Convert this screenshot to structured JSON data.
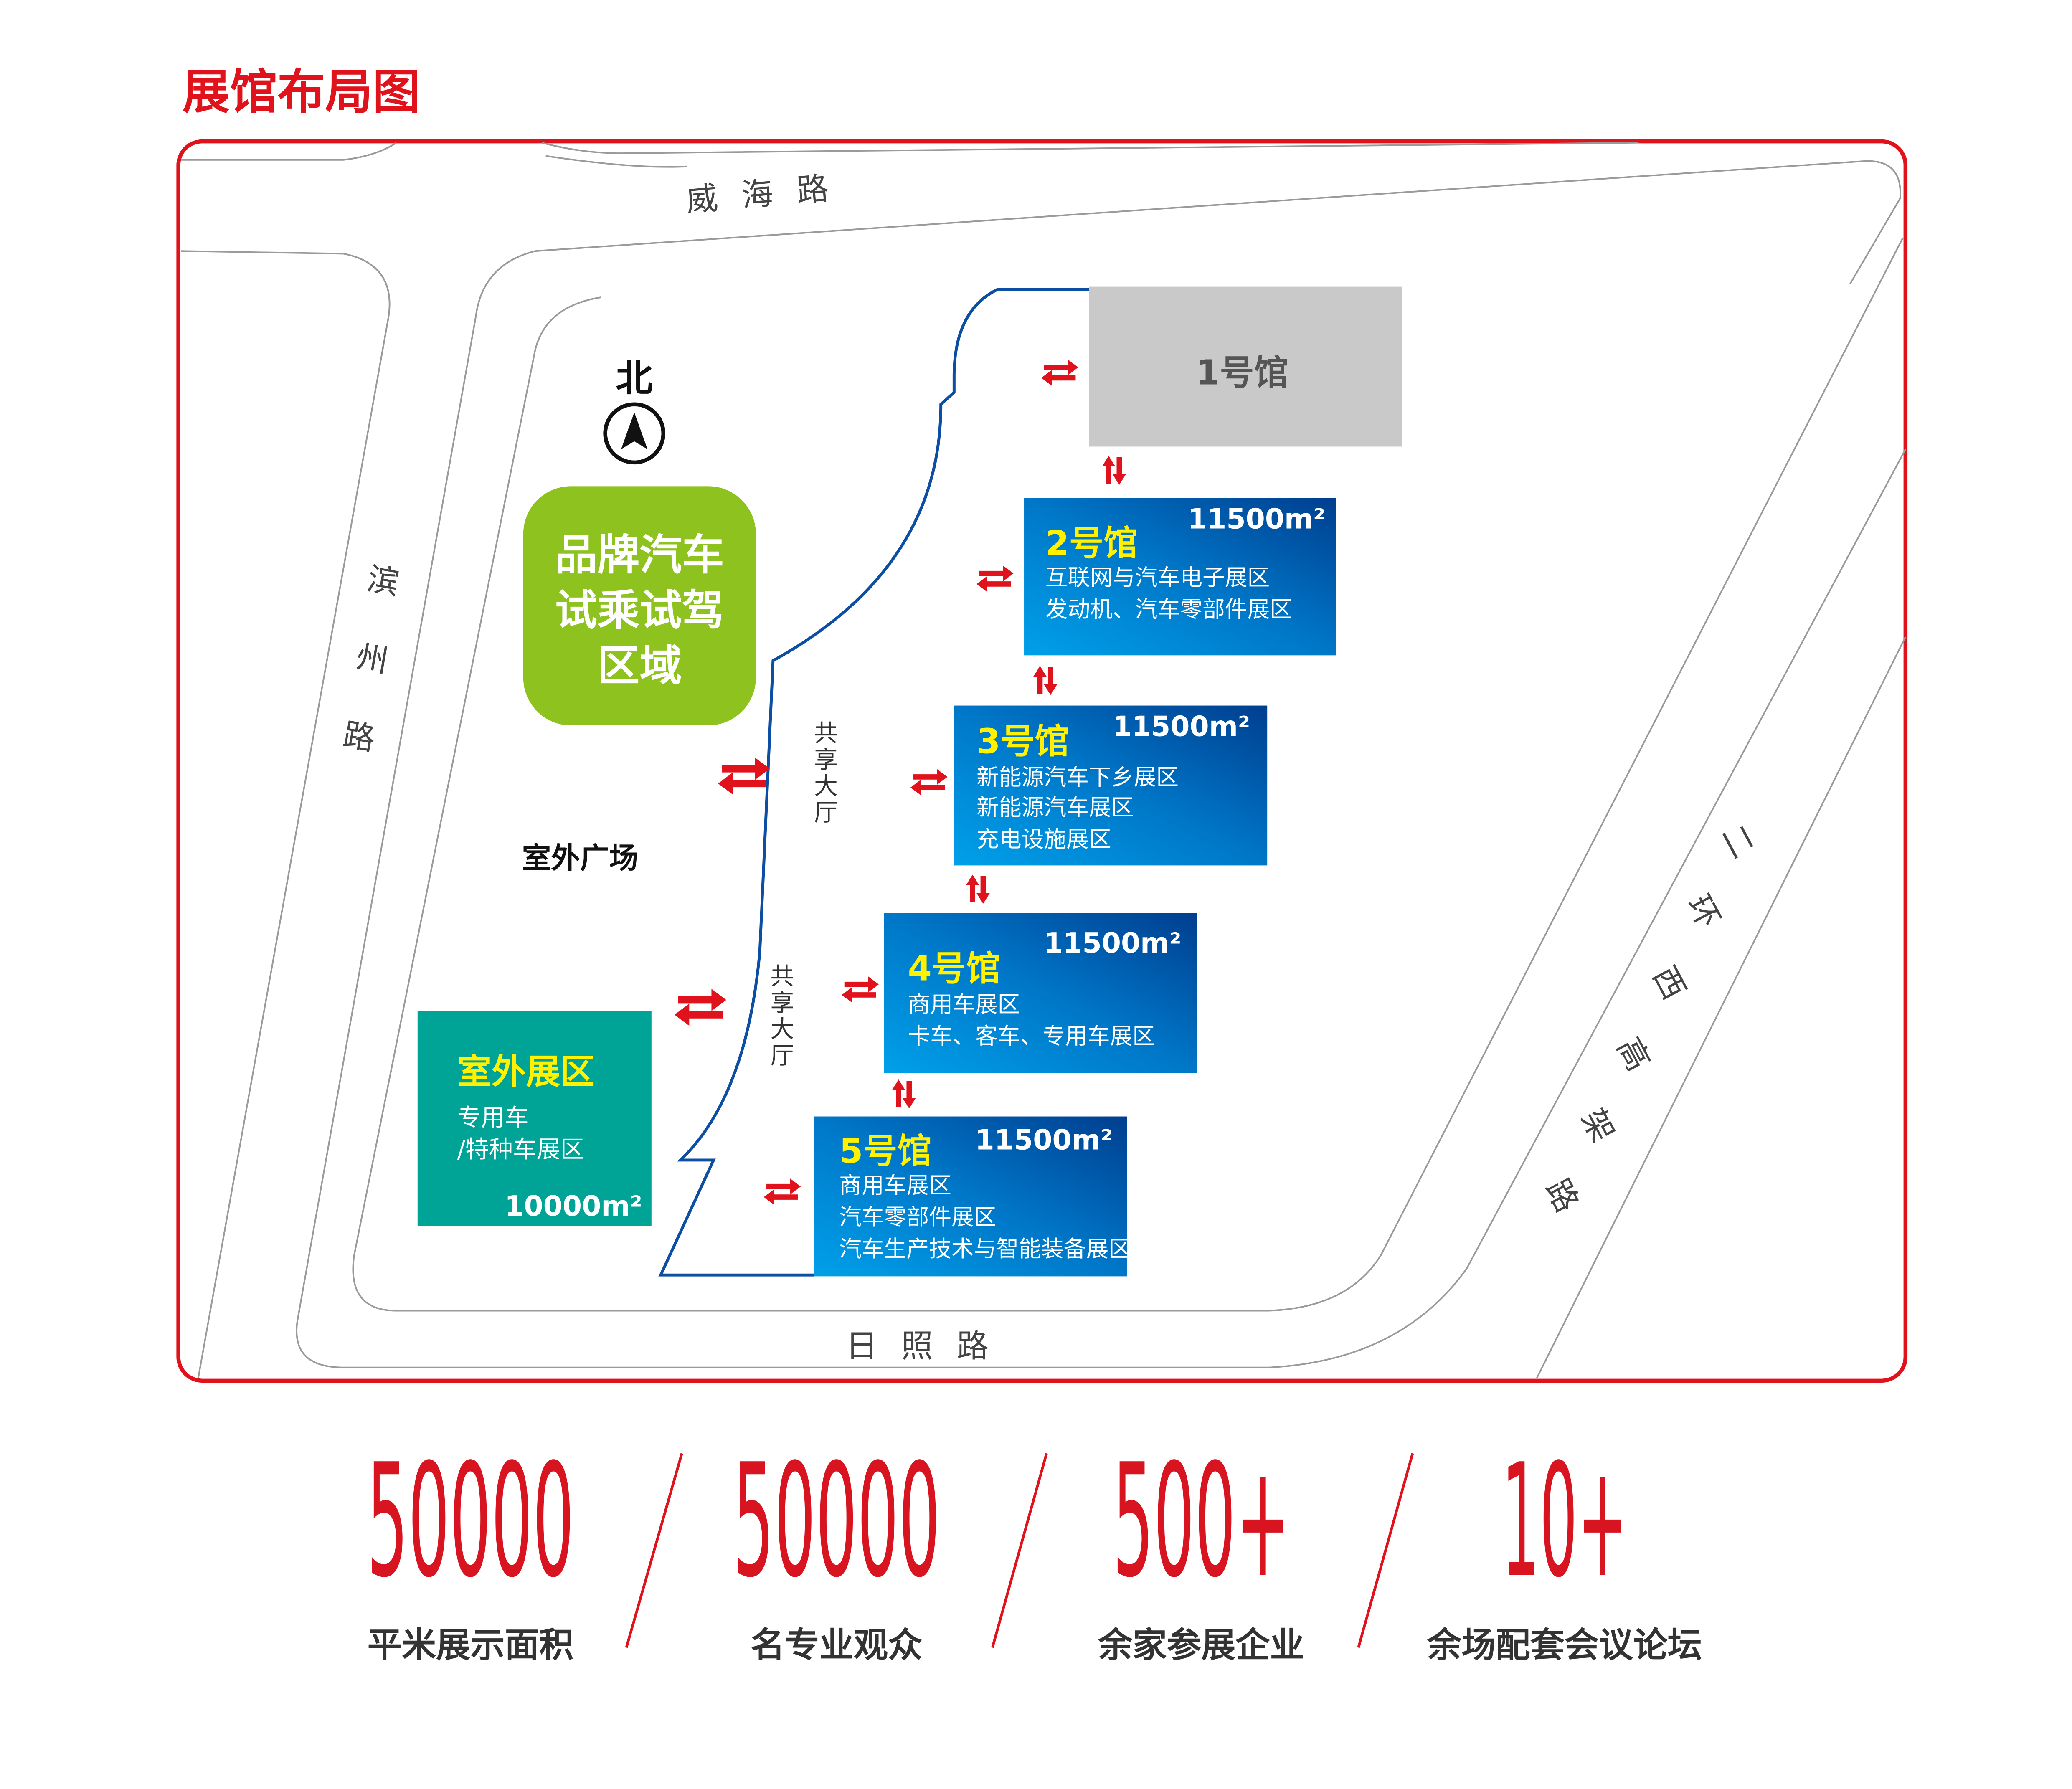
{
  "title": "展馆布局图",
  "roads": {
    "north": [
      "威",
      "海",
      "路"
    ],
    "west": [
      "滨",
      "州",
      "路"
    ],
    "south": [
      "日",
      "照",
      "路"
    ],
    "east": [
      "二",
      "环",
      "西",
      "高",
      "架",
      "路"
    ]
  },
  "compass": {
    "label": "北",
    "icon": "north-arrow-icon"
  },
  "test_drive_zone": {
    "lines": [
      "品牌汽车",
      "试乘试驾",
      "区域"
    ],
    "color": "#8dc21f"
  },
  "outdoor_plaza": "室外广场",
  "outdoor_exhibit": {
    "title": "室外展区",
    "lines": [
      "专用车",
      "/特种车展区"
    ],
    "area": "10000m²",
    "color": "#00a496"
  },
  "shared_hall": [
    "共",
    "享",
    "大",
    "厅"
  ],
  "halls": [
    {
      "name": "1号馆",
      "area": "",
      "zones": []
    },
    {
      "name": "2号馆",
      "area": "11500m²",
      "zones": [
        "互联网与汽车电子展区",
        "发动机、汽车零部件展区"
      ]
    },
    {
      "name": "3号馆",
      "area": "11500m²",
      "zones": [
        "新能源汽车下乡展区",
        "新能源汽车展区",
        "充电设施展区"
      ]
    },
    {
      "name": "4号馆",
      "area": "11500m²",
      "zones": [
        "商用车展区",
        "卡车、客车、专用车展区"
      ]
    },
    {
      "name": "5号馆",
      "area": "11500m²",
      "zones": [
        "商用车展区",
        "汽车零部件展区",
        "汽车生产技术与智能装备展区"
      ]
    }
  ],
  "stats": [
    {
      "value": "50000",
      "label": "平米展示面积"
    },
    {
      "value": "50000",
      "label": "名专业观众"
    },
    {
      "value": "500+",
      "label": "余家参展企业"
    },
    {
      "value": "10+",
      "label": "余场配套会议论坛"
    }
  ],
  "colors": {
    "red": "#e0121b",
    "hall_blue_light": "#00a0e9",
    "hall_blue_dark": "#003e8f",
    "hall_gray": "#c9c9c9",
    "outline_blue": "#0b4ea2",
    "yellow": "#fff100"
  }
}
